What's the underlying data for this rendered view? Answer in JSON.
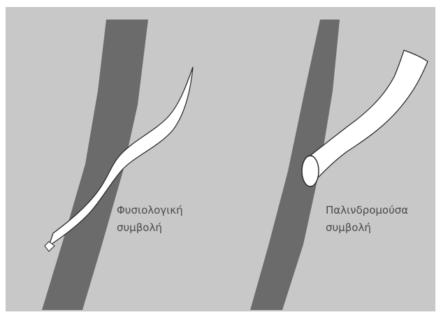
{
  "labels": {
    "physiological": {
      "line1": "Φυσιολογική",
      "line2": "συμβολή"
    },
    "retrograde": {
      "line1": "Παλινδρομούσα",
      "line2": "συμβολή"
    }
  },
  "colors": {
    "page": "#ffffff",
    "background": "#c8c8c8",
    "vessel": "#6b6b6b",
    "branch": "#ffffff",
    "outline": "#222222",
    "label": "#4a4a4a"
  }
}
